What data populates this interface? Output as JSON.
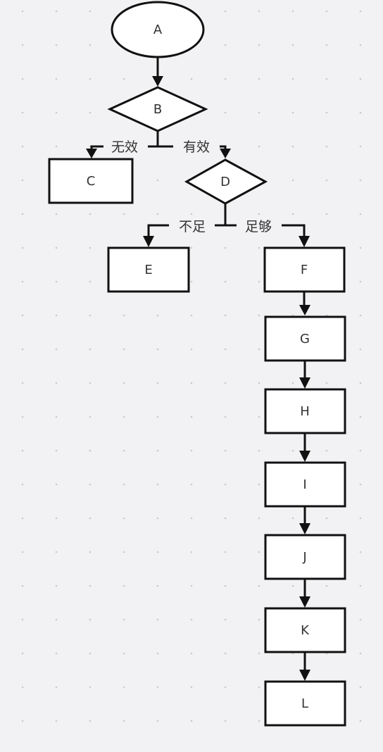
{
  "diagram": {
    "nodes": {
      "a": "A",
      "b": "B",
      "c": "C",
      "d": "D",
      "e": "E",
      "f": "F",
      "g": "G",
      "h": "H",
      "i": "I",
      "j": "J",
      "k": "K",
      "l": "L"
    },
    "edges": {
      "b_c": "无效",
      "b_d": "有效",
      "d_e": "不足",
      "d_f": "足够"
    }
  },
  "colors": {
    "background": "#f2f2f4",
    "grid_dot": "#c9c9cf",
    "stroke": "#111111",
    "node_fill": "#ffffff",
    "text": "#333333"
  }
}
